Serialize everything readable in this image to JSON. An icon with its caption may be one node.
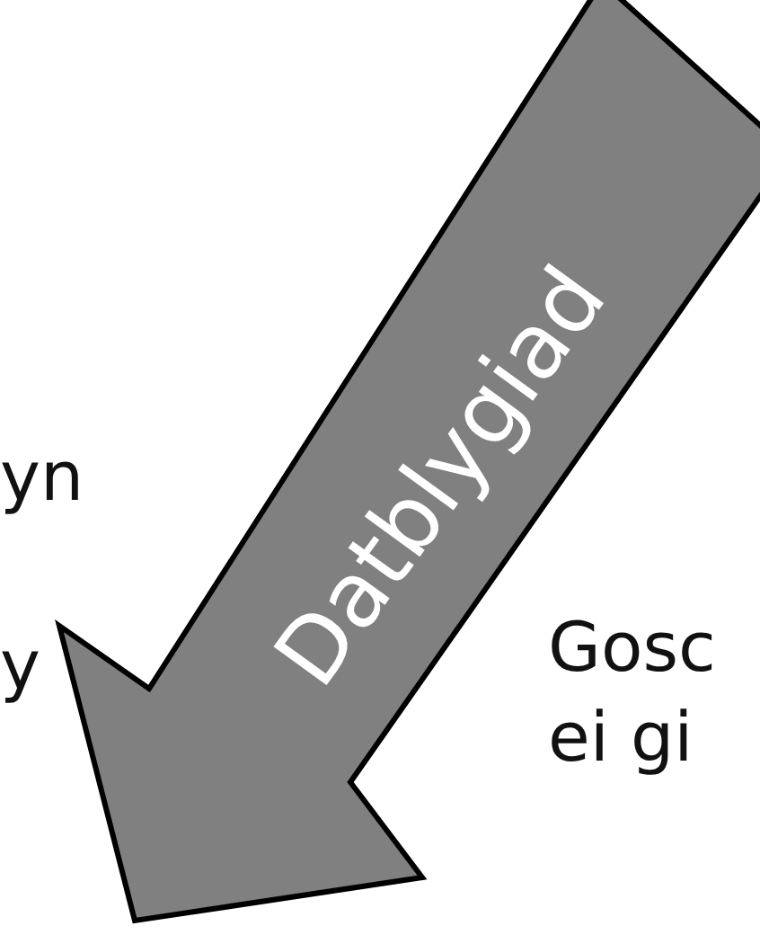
{
  "diagram": {
    "nodes": [
      {
        "text": [
          "Datblygiad"
        ]
      }
    ],
    "edges": [],
    "labels": [
      "yn",
      "y",
      "Gosc ei gi"
    ]
  }
}
